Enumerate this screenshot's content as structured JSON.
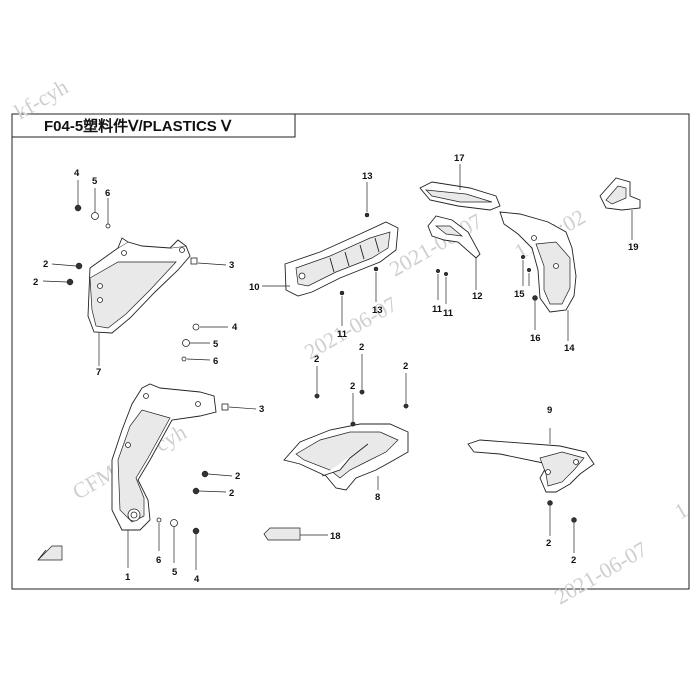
{
  "header": {
    "title": "F04-5塑料件Ⅴ/PLASTICS Ⅴ"
  },
  "watermarks": [
    "kf-cyh",
    "2021-06-07",
    "11:16:02",
    "CFMO-kf-cyh",
    "2021-06-07",
    "2021-06-07",
    "1"
  ],
  "callouts": {
    "c1": "1",
    "c2a": "2",
    "c2b": "2",
    "c2c": "2",
    "c2d": "2",
    "c2e": "2",
    "c2f": "2",
    "c2g": "2",
    "c2h": "2",
    "c2i": "2",
    "c2j": "2",
    "c3a": "3",
    "c3b": "3",
    "c4a": "4",
    "c4b": "4",
    "c4c": "4",
    "c5a": "5",
    "c5b": "5",
    "c5c": "5",
    "c6a": "6",
    "c6b": "6",
    "c6c": "6",
    "c7": "7",
    "c8": "8",
    "c9": "9",
    "c10": "10",
    "c11a": "11",
    "c11b": "11",
    "c11c": "11",
    "c12": "12",
    "c13a": "13",
    "c13b": "13",
    "c14": "14",
    "c15": "15",
    "c16": "16",
    "c17": "17",
    "c18": "18",
    "c19": "19"
  }
}
